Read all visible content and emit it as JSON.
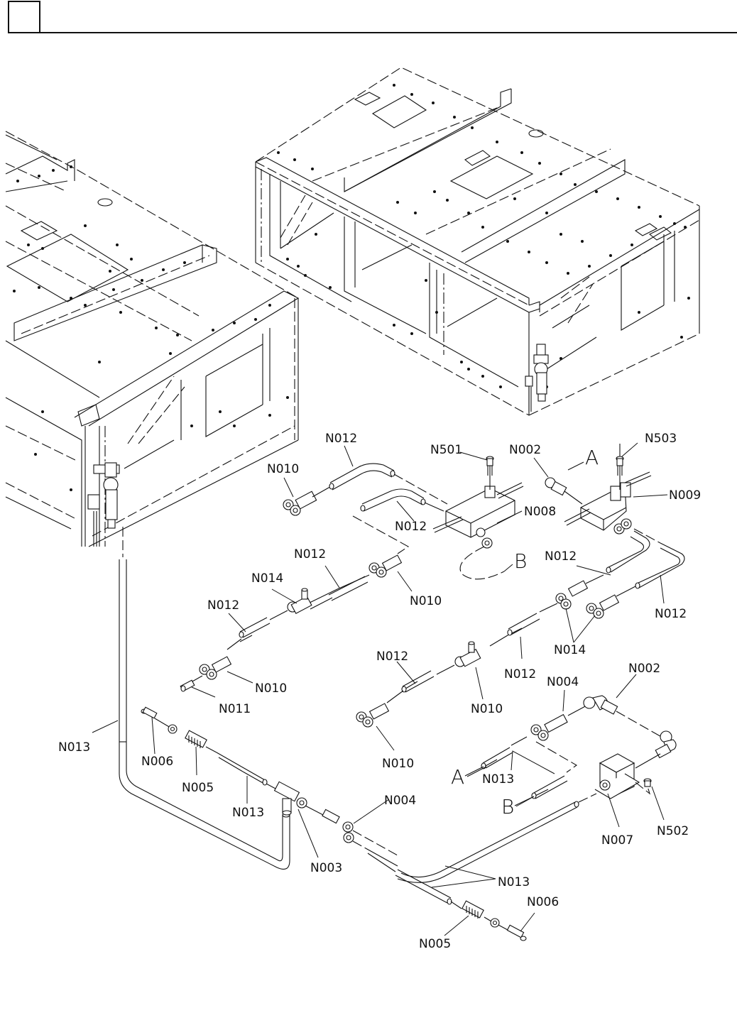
{
  "header": {
    "box_label": ""
  },
  "diagram": {
    "title": "",
    "colors": {
      "line": "#111111",
      "background": "#ffffff"
    },
    "labels": [
      {
        "id": "l1",
        "text": "N012"
      },
      {
        "id": "l2",
        "text": "N010"
      },
      {
        "id": "l3",
        "text": "N501"
      },
      {
        "id": "l4",
        "text": "N002"
      },
      {
        "id": "l5",
        "text": "A"
      },
      {
        "id": "l6",
        "text": "N503"
      },
      {
        "id": "l7",
        "text": "N009"
      },
      {
        "id": "l8",
        "text": "N012"
      },
      {
        "id": "l9",
        "text": "N008"
      },
      {
        "id": "l10",
        "text": "B"
      },
      {
        "id": "l11",
        "text": "N012"
      },
      {
        "id": "l12",
        "text": "N012"
      },
      {
        "id": "l13",
        "text": "N014"
      },
      {
        "id": "l14",
        "text": "N010"
      },
      {
        "id": "l15",
        "text": "N012"
      },
      {
        "id": "l16",
        "text": "N012"
      },
      {
        "id": "l17",
        "text": "N010"
      },
      {
        "id": "l18",
        "text": "N011"
      },
      {
        "id": "l19",
        "text": "N012"
      },
      {
        "id": "l20",
        "text": "N012"
      },
      {
        "id": "l21",
        "text": "N014"
      },
      {
        "id": "l22",
        "text": "N010"
      },
      {
        "id": "l23",
        "text": "N010"
      },
      {
        "id": "l24",
        "text": "N004"
      },
      {
        "id": "l25",
        "text": "N002"
      },
      {
        "id": "l26",
        "text": "A"
      },
      {
        "id": "l27",
        "text": "N013"
      },
      {
        "id": "l28",
        "text": "B"
      },
      {
        "id": "l29",
        "text": "N007"
      },
      {
        "id": "l30",
        "text": "N502"
      },
      {
        "id": "l31",
        "text": "N013"
      },
      {
        "id": "l32",
        "text": "N006"
      },
      {
        "id": "l33",
        "text": "N005"
      },
      {
        "id": "l34",
        "text": "N013"
      },
      {
        "id": "l35",
        "text": "N003"
      },
      {
        "id": "l36",
        "text": "N004"
      },
      {
        "id": "l37",
        "text": "N013"
      },
      {
        "id": "l38",
        "text": "N006"
      },
      {
        "id": "l39",
        "text": "N005"
      }
    ],
    "parts": [
      {
        "ref": "N002",
        "name": "elbow-fitting"
      },
      {
        "ref": "N003",
        "name": "tee-fitting"
      },
      {
        "ref": "N004",
        "name": "y-fitting"
      },
      {
        "ref": "N005",
        "name": "bulkhead-fitting"
      },
      {
        "ref": "N006",
        "name": "plug"
      },
      {
        "ref": "N007",
        "name": "pressure-switch"
      },
      {
        "ref": "N008",
        "name": "solenoid-valve"
      },
      {
        "ref": "N009",
        "name": "solenoid-valve"
      },
      {
        "ref": "N010",
        "name": "y-connector"
      },
      {
        "ref": "N011",
        "name": "plug"
      },
      {
        "ref": "N012",
        "name": "tube"
      },
      {
        "ref": "N013",
        "name": "tube"
      },
      {
        "ref": "N014",
        "name": "flow-control-valve"
      },
      {
        "ref": "N501",
        "name": "screw"
      },
      {
        "ref": "N502",
        "name": "screw"
      },
      {
        "ref": "N503",
        "name": "screw"
      }
    ]
  }
}
